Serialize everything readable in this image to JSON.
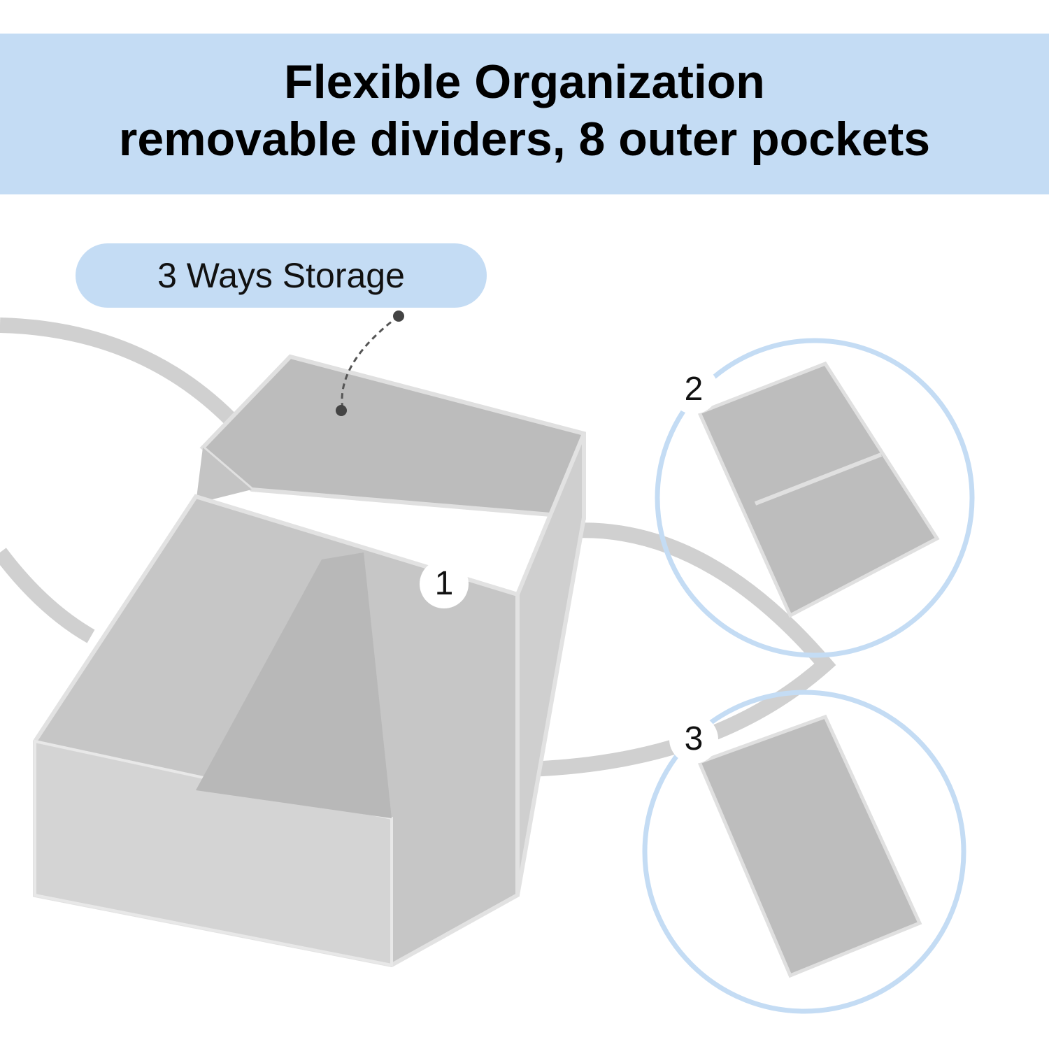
{
  "header": {
    "title": "Flexible Organization",
    "subtitle": "removable dividers, 8 outer pockets"
  },
  "callout": {
    "label": "3 Ways Storage"
  },
  "markers": [
    "1",
    "2",
    "3"
  ],
  "colors": {
    "banner": "#c4dcf4",
    "felt": "#c8c8c8",
    "circle": "#c4dcf4"
  }
}
